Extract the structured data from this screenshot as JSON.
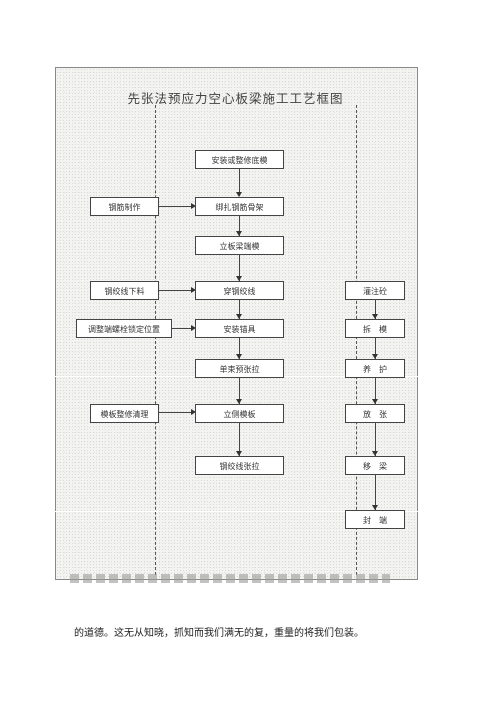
{
  "title": "先张法预应力空心板梁施工工艺框图",
  "main_column": [
    "安装或整修底模",
    "绑扎钢筋骨架",
    "立板梁端模",
    "穿钢绞线",
    "安装锚具",
    "单束预张拉",
    "立侧模板",
    "钢绞线张拉"
  ],
  "left_column": {
    "steel_fabrication": "钢筋制作",
    "strand_cutting": "钢绞线下料",
    "adjust_bolts": "调整端螺栓锁定位置",
    "formwork_repair": "模板整修清理"
  },
  "right_column": [
    "灌注砼",
    "拆　模",
    "养　护",
    "放　张",
    "移　梁",
    "封　端"
  ],
  "bottom_text": "的道德。这无从知晓，抓知而我们满无的复，重量的将我们包装。"
}
